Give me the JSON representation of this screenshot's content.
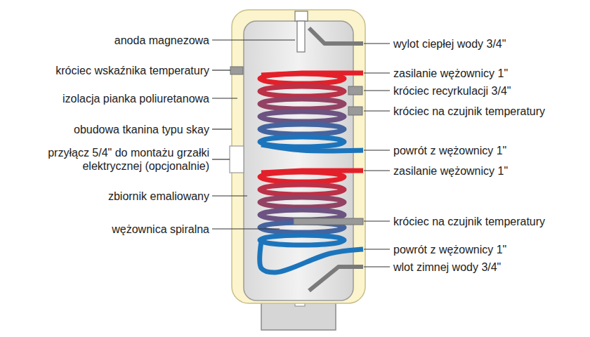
{
  "diagram": {
    "labels": [
      "anoda magnezowa",
      "króciec wskaźnika temperatury",
      "izolacja pianka poliuretanowa",
      "obudowa tkanina typu skay",
      "przyłącz 5/4\" do montażu grzałki elektrycznej (opcjonalnie)",
      "zbiornik emaliowany",
      "wężownica spiralna",
      "wylot ciepłej wody 3/4\"",
      "zasilanie wężownicy 1\"",
      "króciec recyrkulacji 3/4\"",
      "króciec na czujnik temperatury",
      "powrót z wężownicy 1\"",
      "zasilanie wężownicy 1\"",
      "króciec na czujnik temperatury",
      "powrót z wężownicy 1\"",
      "wlot zimnej wody 3/4\""
    ]
  }
}
